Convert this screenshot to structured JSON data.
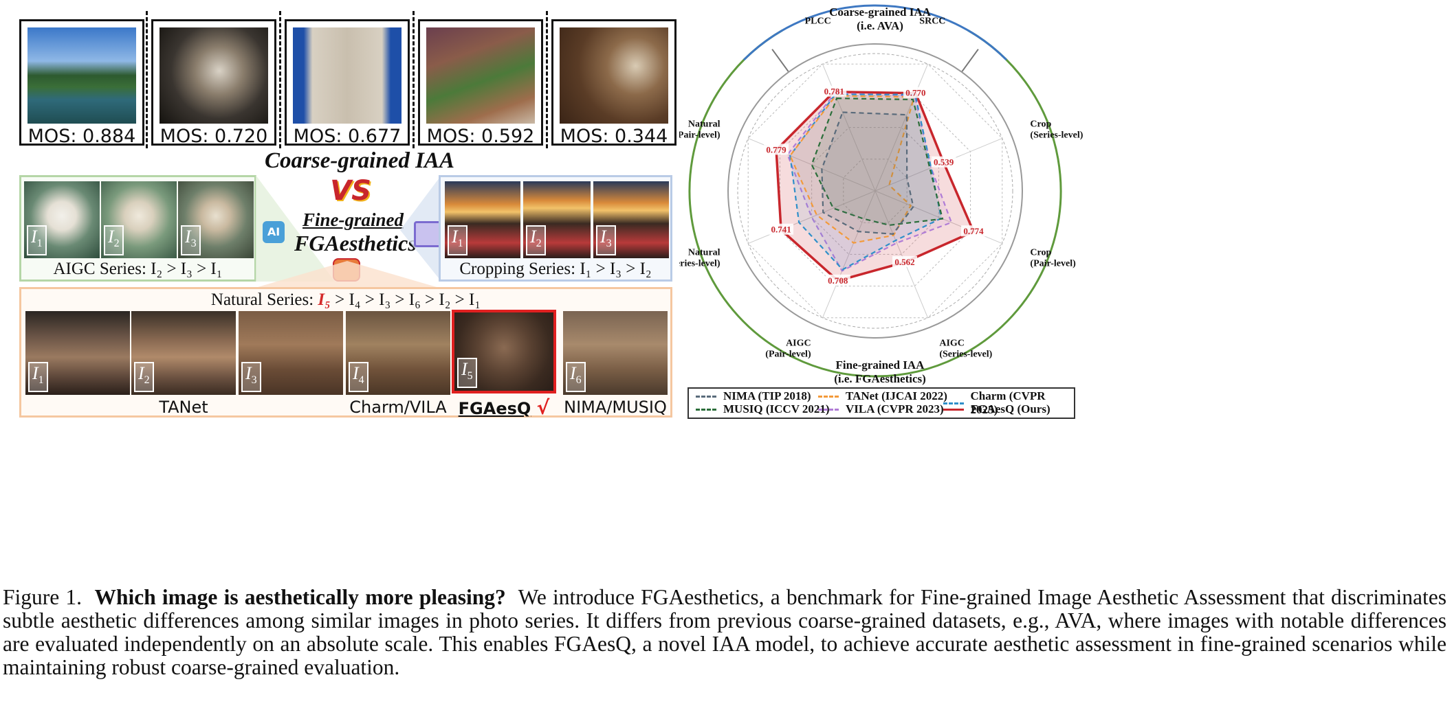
{
  "coarse": {
    "title": "Coarse-grained IAA",
    "mos": [
      "MOS: 0.884",
      "MOS: 0.720",
      "MOS: 0.677",
      "MOS: 0.592",
      "MOS: 0.344"
    ]
  },
  "center": {
    "line1": "Fine-grained",
    "line2": "FGAesthetics",
    "vs": "VS"
  },
  "aigc": {
    "labels": [
      "I",
      "I",
      "I"
    ],
    "subs": [
      "1",
      "2",
      "3"
    ],
    "caption": "AIGC Series: I₂ > I₃ > I₁",
    "badge": "AI"
  },
  "crop": {
    "labels": [
      "I",
      "I",
      "I"
    ],
    "subs": [
      "1",
      "2",
      "3"
    ],
    "caption": "Cropping Series: I₁ > I₃ > I₂"
  },
  "natural": {
    "caption_prefix": "Natural Series: ",
    "caption_highlight": "I₅",
    "caption_rest": " > I₄ > I₃ > I₆ > I₂ > I₁",
    "labels": [
      "I",
      "I",
      "I",
      "I",
      "I",
      "I"
    ],
    "subs": [
      "1",
      "2",
      "3",
      "4",
      "5",
      "6"
    ],
    "models": [
      "TANet",
      "Charm/VILA",
      "FGAesQ",
      "NIMA/MUSIQ"
    ],
    "check": "√"
  },
  "radar": {
    "top_label_1": "Coarse-grained IAA",
    "top_label_2": "(i.e. AVA)",
    "bottom_label_1": "Fine-grained IAA",
    "bottom_label_2": "(i.e. FGAesthetics)",
    "axes": [
      {
        "l1": "PLCC",
        "l2": ""
      },
      {
        "l1": "SRCC",
        "l2": ""
      },
      {
        "l1": "Crop",
        "l2": "(Series-level)"
      },
      {
        "l1": "Crop",
        "l2": "(Pair-level)"
      },
      {
        "l1": "AIGC",
        "l2": "(Series-level)"
      },
      {
        "l1": "AIGC",
        "l2": "(Pair-level)"
      },
      {
        "l1": "Natural",
        "l2": "(Series-level)"
      },
      {
        "l1": "Natural",
        "l2": "(Pair-level)"
      }
    ],
    "ours_values": [
      "0.781",
      "0.770",
      "0.539",
      "0.774",
      "0.562",
      "0.708",
      "0.741",
      "0.779"
    ]
  },
  "chart_data": {
    "type": "radar",
    "categories": [
      "PLCC",
      "SRCC",
      "Crop (Series-level)",
      "Crop (Pair-level)",
      "AIGC (Series-level)",
      "AIGC (Pair-level)",
      "Natural (Series-level)",
      "Natural (Pair-level)"
    ],
    "series": [
      {
        "name": "NIMA (TIP 2018)",
        "color": "#5a6b7b",
        "values": [
          0.62,
          0.6,
          0.25,
          0.3,
          0.34,
          0.32,
          0.41,
          0.42
        ]
      },
      {
        "name": "TANet (IJCAI 2022)",
        "color": "#f39a3a",
        "values": [
          0.75,
          0.74,
          0.11,
          0.28,
          0.35,
          0.41,
          0.46,
          0.67
        ]
      },
      {
        "name": "Charm (CVPR 2025)",
        "color": "#2f8fc9",
        "values": [
          0.76,
          0.76,
          0.44,
          0.52,
          0.39,
          0.62,
          0.6,
          0.67
        ]
      },
      {
        "name": "MUSIQ (ICCV 2021)",
        "color": "#2b6e3a",
        "values": [
          0.73,
          0.72,
          0.43,
          0.53,
          0.27,
          0.22,
          0.33,
          0.5
        ]
      },
      {
        "name": "VILA (CVPR 2023)",
        "color": "#b07cd6",
        "values": [
          0.77,
          0.75,
          0.44,
          0.6,
          0.41,
          0.63,
          0.5,
          0.69
        ]
      },
      {
        "name": "FGAesQ (Ours)",
        "color": "#c8262c",
        "values": [
          0.781,
          0.77,
          0.539,
          0.774,
          0.562,
          0.708,
          0.741,
          0.779
        ]
      }
    ]
  },
  "legend": [
    {
      "name": "NIMA (TIP 2018)",
      "color": "#5a6b7b",
      "dash": true
    },
    {
      "name": "TANet (IJCAI 2022)",
      "color": "#f39a3a",
      "dash": true
    },
    {
      "name": "Charm (CVPR 2025)",
      "color": "#2f8fc9",
      "dash": true
    },
    {
      "name": "MUSIQ (ICCV 2021)",
      "color": "#2b6e3a",
      "dash": true
    },
    {
      "name": "VILA (CVPR 2023)",
      "color": "#b07cd6",
      "dash": true
    },
    {
      "name": "FGAesQ (Ours)",
      "color": "#c8262c",
      "dash": false
    }
  ],
  "caption": {
    "figure": "Figure 1.",
    "question": "Which image is aesthetically more pleasing?",
    "body": "We introduce FGAesthetics, a benchmark for Fine-grained Image Aesthetic Assessment that discriminates subtle aesthetic differences among similar images in photo series. It differs from previous coarse-grained datasets, e.g., AVA, where images with notable differences are evaluated independently on an absolute scale. This enables FGAesQ, a novel IAA model, to achieve accurate aesthetic assessment in fine-grained scenarios while maintaining robust coarse-grained evaluation."
  }
}
